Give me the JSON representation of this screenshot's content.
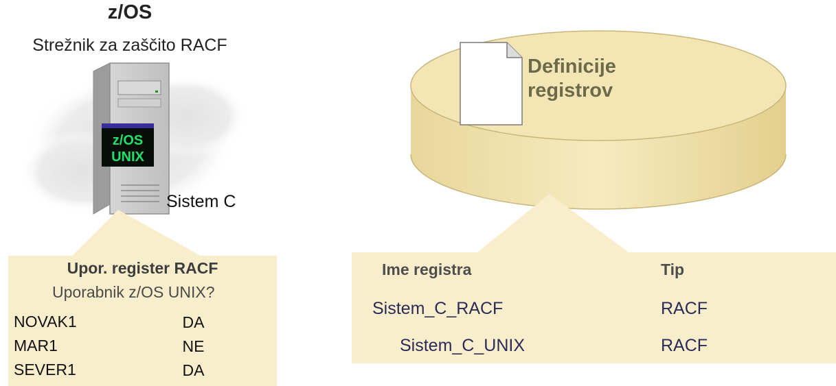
{
  "server": {
    "title": "z/OS",
    "subtitle": "Strežnik za zaščito RACF",
    "screen_line1": "z/OS",
    "screen_line2": "UNIX",
    "system_label": "Sistem C"
  },
  "disk": {
    "label_line1": "Definicije",
    "label_line2": "registrov"
  },
  "user_registry": {
    "heading": "Upor. register RACF",
    "question": "Uporabnik z/OS UNIX?",
    "rows": [
      {
        "user": "NOVAK1",
        "value": "DA"
      },
      {
        "user": "MAR1",
        "value": "NE"
      },
      {
        "user": "SEVER1",
        "value": "DA"
      }
    ]
  },
  "registry_table": {
    "headers": [
      "Ime registra",
      "Tip"
    ],
    "rows": [
      {
        "name": "Sistem_C_RACF",
        "type": "RACF"
      },
      {
        "name": "Sistem_C_UNIX",
        "type": "RACF"
      }
    ]
  },
  "colors": {
    "panel_fill": "#f9eecb",
    "disk_fill": "#f3e6b4",
    "screen_text": "#22e06a",
    "screen_bar": "#3a2d9c"
  }
}
